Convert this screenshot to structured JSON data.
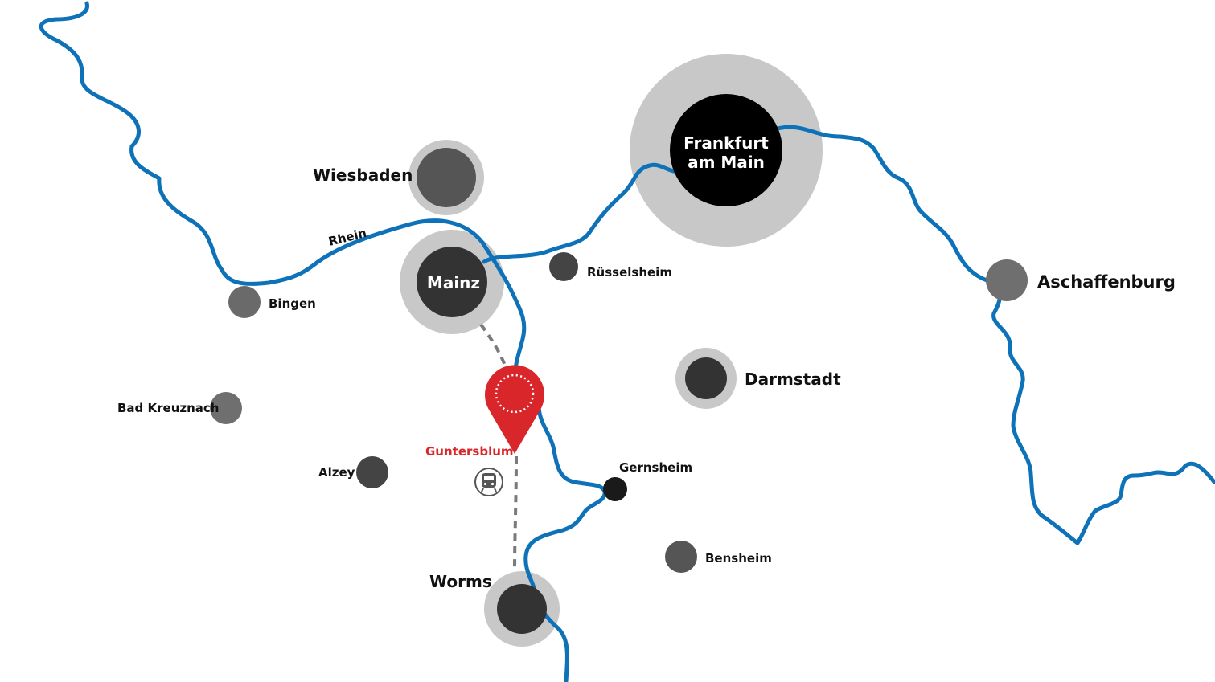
{
  "cities": {
    "frankfurt": {
      "line1": "Frankfurt",
      "line2": "am Main"
    },
    "wiesbaden": "Wiesbaden",
    "mainz": "Mainz",
    "ruesselsheim": "Rüsselsheim",
    "bingen": "Bingen",
    "aschaffenburg": "Aschaffenburg",
    "darmstadt": "Darmstadt",
    "bad_kreuznach": "Bad Kreuznach",
    "alzey": "Alzey",
    "gernsheim": "Gernsheim",
    "bensheim": "Bensheim",
    "worms": "Worms"
  },
  "river_label": "Rhein",
  "location": {
    "name": "Guntersblum",
    "color": "#d9262b"
  },
  "icons": {
    "pin": "location-pin-icon",
    "train": "train-icon"
  },
  "colors": {
    "river": "#0e72b8",
    "halo": "#c8c8c8",
    "city_dark": "#333333",
    "city_mid": "#555555",
    "city_light": "#6f6f6f",
    "route": "#7a7a7a",
    "pin": "#d9262b"
  }
}
